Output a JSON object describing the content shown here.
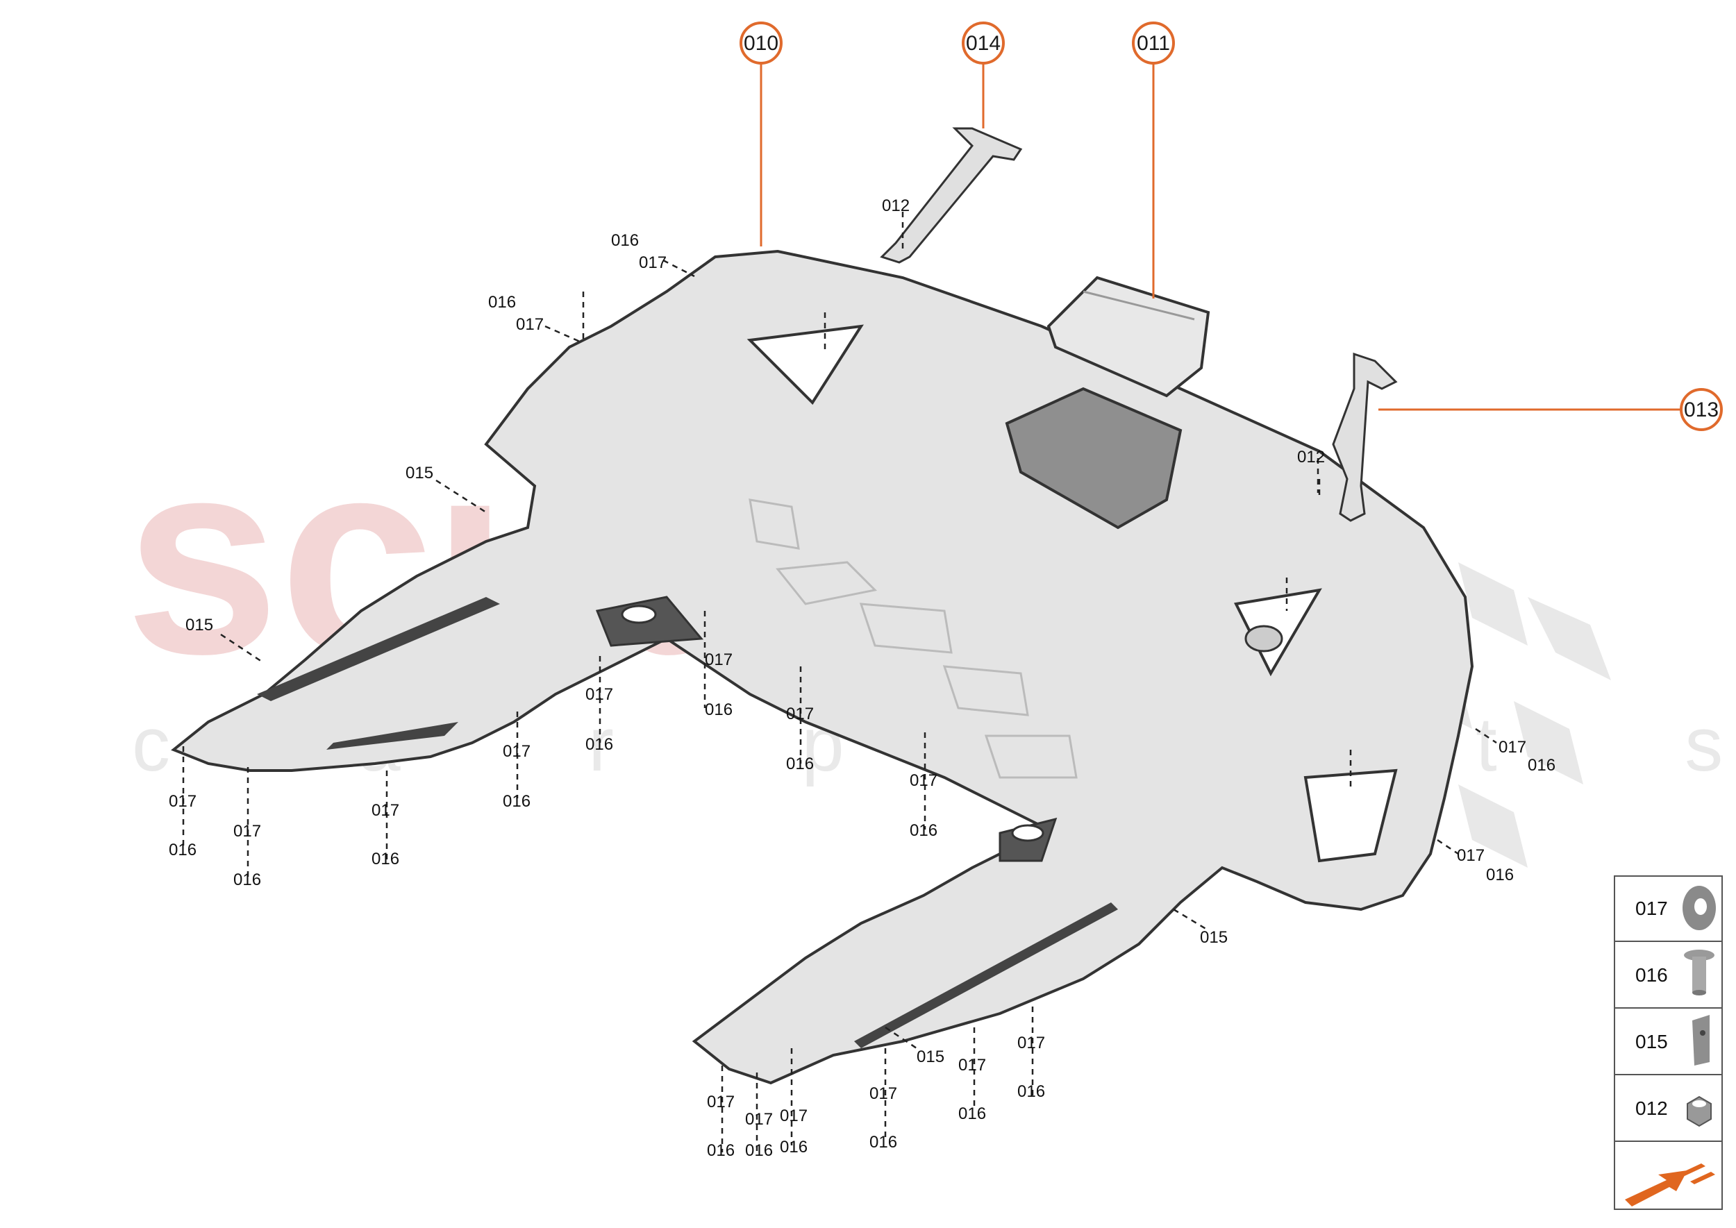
{
  "watermark": {
    "brand": "scuderia",
    "sub": "c a r p a r t s"
  },
  "callouts": {
    "c010": "010",
    "c014": "014",
    "c011": "011",
    "c013": "013"
  },
  "labels": {
    "l016": "016",
    "l017": "017",
    "l015": "015",
    "l012": "012"
  },
  "legend": {
    "items": [
      "017",
      "016",
      "015",
      "012"
    ]
  },
  "colors": {
    "accent": "#e06a2c",
    "outline": "#333333",
    "part_fill": "#e4e4e4",
    "watermark_red": "#f3d6d6",
    "legend_arrow": "#e0661f"
  }
}
